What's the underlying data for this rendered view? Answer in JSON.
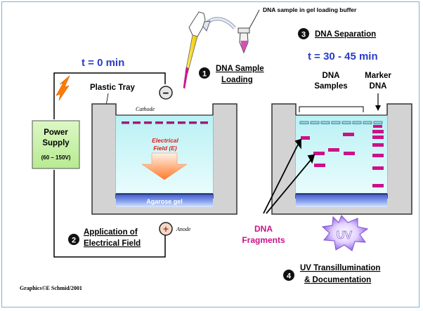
{
  "diagram": {
    "dna_sample_buffer_note": "DNA sample in gel loading buffer",
    "time_start": "t = 0 min",
    "time_end": "t = 30 - 45 min",
    "plastic_tray": "Plastic Tray",
    "cathode": "Cathode",
    "anode": "Anode",
    "cathode_symbol": "−",
    "anode_symbol": "+",
    "power_supply_line1": "Power",
    "power_supply_line2": "Supply",
    "power_supply_range": "(60 – 150V)",
    "electrical_field_line1": "Electrical",
    "electrical_field_line2": "Field (E)",
    "agarose_gel": "Agarose gel",
    "dna_samples_line1": "DNA",
    "dna_samples_line2": "Samples",
    "marker_dna_line1": "Marker",
    "marker_dna_line2": "DNA",
    "dna_fragments_line1": "DNA",
    "dna_fragments_line2": "Fragments",
    "uv_label": "UV",
    "credit": "Graphics©E Schmid/2001",
    "steps": [
      {
        "number": "1",
        "line1": "DNA Sample",
        "line2": "Loading"
      },
      {
        "number": "2",
        "line1": "Application of",
        "line2": "Electrical Field"
      },
      {
        "number": "3",
        "line1": "DNA Separation",
        "line2": ""
      },
      {
        "number": "4",
        "line1": "UV Transillumination",
        "line2": "& Documentation"
      }
    ],
    "colors": {
      "time_blue": "#2a3cc8",
      "band_magenta": "#cc1187",
      "field_red": "#e11b1b",
      "gel_cyan": "#c8f3f5",
      "gel_blue": "#2b45b4",
      "power_green": "#c6f0a8",
      "lightning_orange": "#ff7a00",
      "uv_violet": "#b48cf0"
    }
  }
}
